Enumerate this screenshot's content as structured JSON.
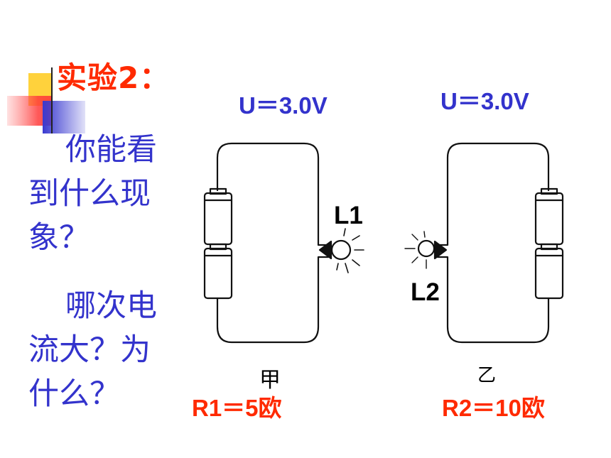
{
  "slide": {
    "title": "实验2：",
    "question1_line1": "你能看",
    "question1_line2": "到什么现",
    "question1_line3": "象？",
    "question2_line1": "哪次电",
    "question2_line2": "流大？为",
    "question2_line3": "什么？"
  },
  "circuit_left": {
    "voltage": "U＝3.0V",
    "lamp": "L1",
    "label": "甲",
    "resistance": "R1＝5欧"
  },
  "circuit_right": {
    "voltage": "U＝3.0V",
    "lamp": "L2",
    "label": "乙",
    "resistance": "R2＝10欧"
  },
  "colors": {
    "title": "#ff2a00",
    "text": "#3333cc",
    "deco_yellow": "#ffd23c",
    "deco_blue": "#3a3ad0"
  }
}
